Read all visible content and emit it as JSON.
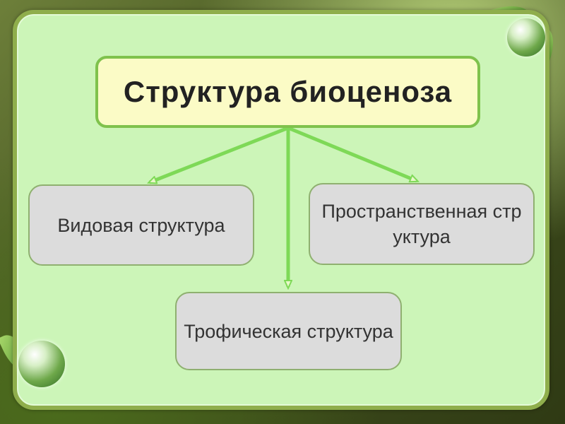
{
  "diagram": {
    "title": "Структура биоценоза",
    "nodes": {
      "species": "Видовая структура",
      "spatial": "Пространственная структура",
      "trophic": "Трофическая структура"
    }
  },
  "icons": {
    "decoration_top": "globe-icon",
    "decoration_bottom": "globe-icon"
  },
  "colors": {
    "panel_background": "#ccf5b8",
    "panel_border": "#8fae4c",
    "title_background": "#fbfbc6",
    "title_border": "#7fc24c",
    "node_background": "#dcdcdc",
    "arrow": "#7ed957"
  }
}
